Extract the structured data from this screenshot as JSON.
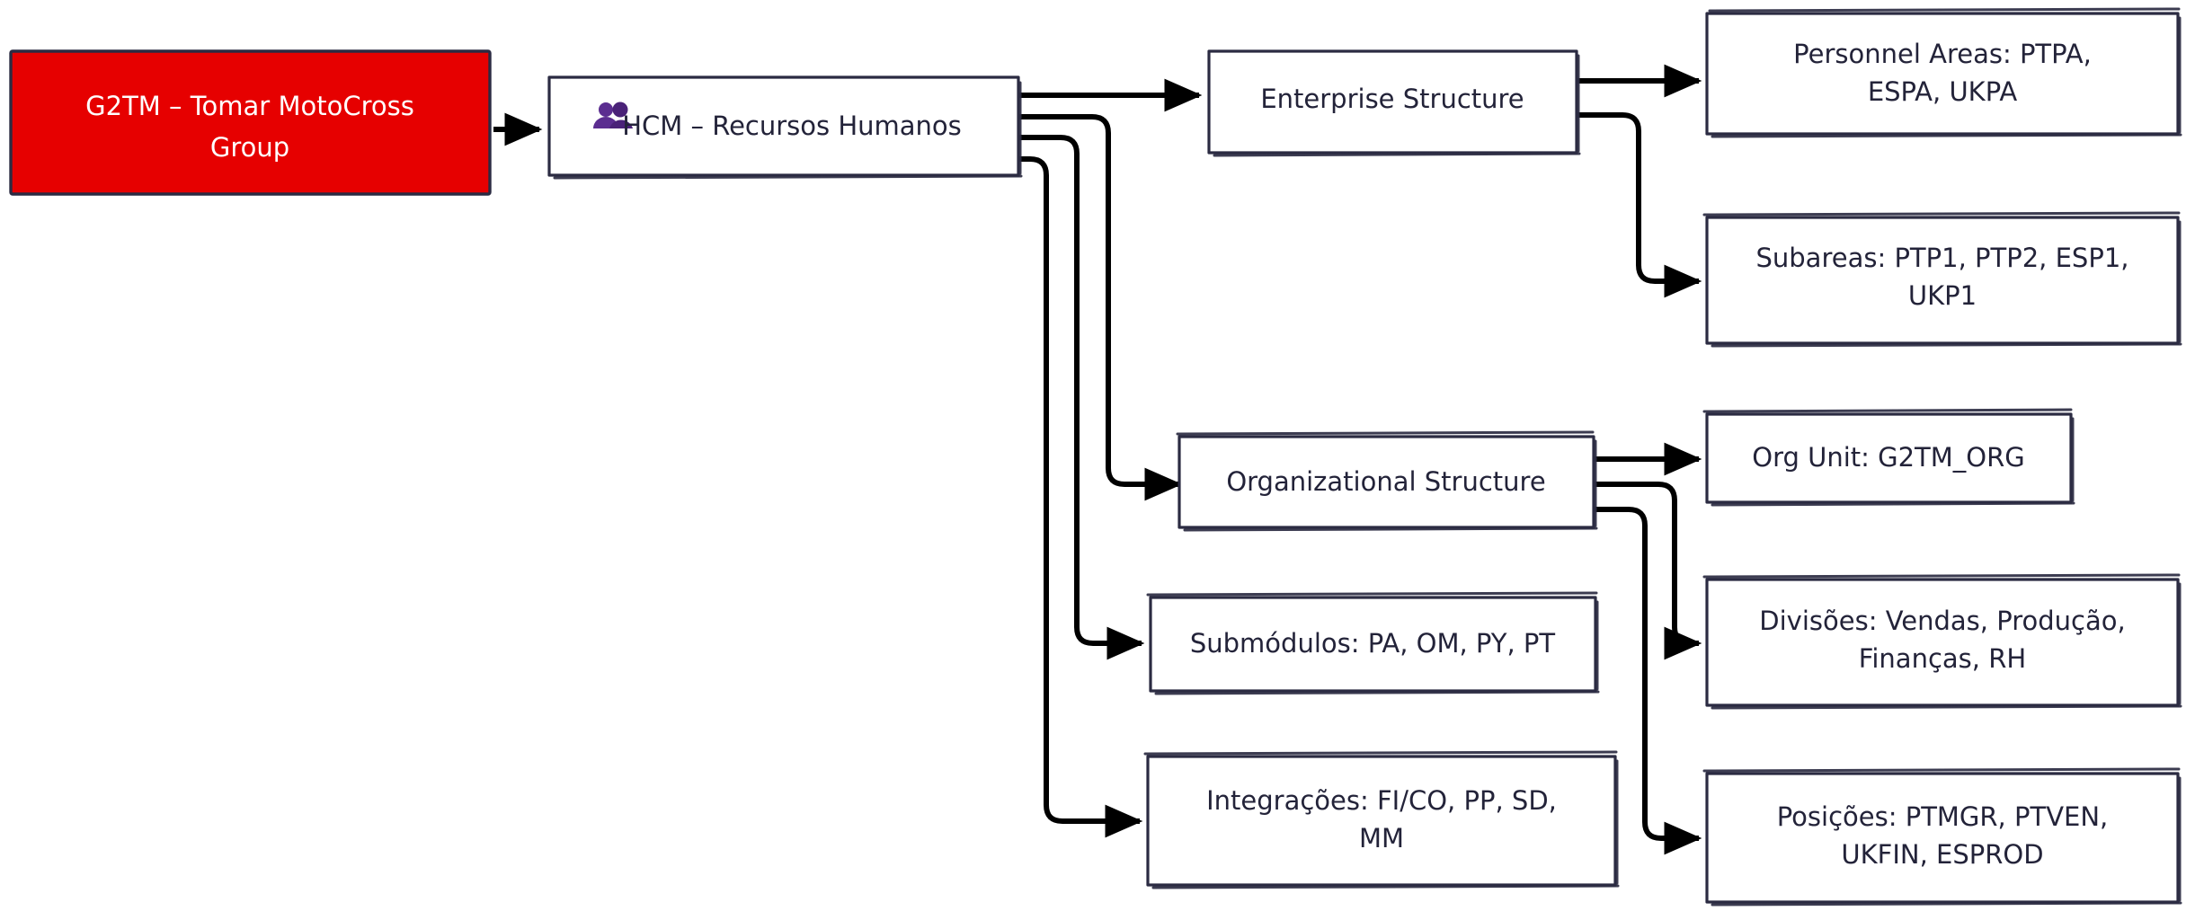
{
  "diagram": {
    "type": "flowchart",
    "direction": "left-to-right",
    "background": "#ffffff",
    "accent_colors": {
      "highlight_fill": "#e60000",
      "node_stroke": "#2b2b42",
      "text": "#232339",
      "icon_purple": "#5b2d90",
      "edge": "#000000"
    },
    "nodes": [
      {
        "id": "root",
        "label": "G2TM – Tomar MotoCross Group",
        "label_lines": [
          "G2TM – Tomar MotoCross",
          "Group"
        ],
        "style": "highlighted-hatched",
        "icon": null
      },
      {
        "id": "hcm",
        "label": "HCM – Recursos Humanos",
        "label_lines": [
          "HCM – Recursos Humanos"
        ],
        "style": "default",
        "icon": "people-icon"
      },
      {
        "id": "enterprise",
        "label": "Enterprise Structure",
        "label_lines": [
          "Enterprise Structure"
        ],
        "style": "default",
        "icon": null
      },
      {
        "id": "personnel_areas",
        "label": "Personnel Areas: PTPA, ESPA, UKPA",
        "label_lines": [
          "Personnel Areas: PTPA,",
          "ESPA, UKPA"
        ],
        "style": "default",
        "icon": null
      },
      {
        "id": "subareas",
        "label": "Subareas: PTP1, PTP2, ESP1, UKP1",
        "label_lines": [
          "Subareas: PTP1, PTP2, ESP1,",
          "UKP1"
        ],
        "style": "default",
        "icon": null
      },
      {
        "id": "org_structure",
        "label": "Organizational Structure",
        "label_lines": [
          "Organizational Structure"
        ],
        "style": "default",
        "icon": null
      },
      {
        "id": "org_unit",
        "label": "Org Unit: G2TM_ORG",
        "label_lines": [
          "Org Unit: G2TM_ORG"
        ],
        "style": "default",
        "icon": null
      },
      {
        "id": "divisoes",
        "label": "Divisões: Vendas, Produção, Finanças, RH",
        "label_lines": [
          "Divisões: Vendas, Produção,",
          "Finanças, RH"
        ],
        "style": "default",
        "icon": null
      },
      {
        "id": "posicoes",
        "label": "Posições: PTMGR, PTVEN, UKFIN, ESPROD",
        "label_lines": [
          "Posições: PTMGR, PTVEN,",
          "UKFIN, ESPROD"
        ],
        "style": "default",
        "icon": null
      },
      {
        "id": "submodulos",
        "label": "Submódulos: PA, OM, PY, PT",
        "label_lines": [
          "Submódulos: PA, OM, PY, PT"
        ],
        "style": "default",
        "icon": null
      },
      {
        "id": "integracoes",
        "label": "Integrações: FI/CO, PP, SD, MM",
        "label_lines": [
          "Integrações: FI/CO, PP, SD,",
          "MM"
        ],
        "style": "default",
        "icon": null
      }
    ],
    "edges": [
      {
        "from": "root",
        "to": "hcm"
      },
      {
        "from": "hcm",
        "to": "enterprise"
      },
      {
        "from": "hcm",
        "to": "org_structure"
      },
      {
        "from": "hcm",
        "to": "submodulos"
      },
      {
        "from": "hcm",
        "to": "integracoes"
      },
      {
        "from": "enterprise",
        "to": "personnel_areas"
      },
      {
        "from": "enterprise",
        "to": "subareas"
      },
      {
        "from": "org_structure",
        "to": "org_unit"
      },
      {
        "from": "org_structure",
        "to": "divisoes"
      },
      {
        "from": "org_structure",
        "to": "posicoes"
      }
    ]
  }
}
